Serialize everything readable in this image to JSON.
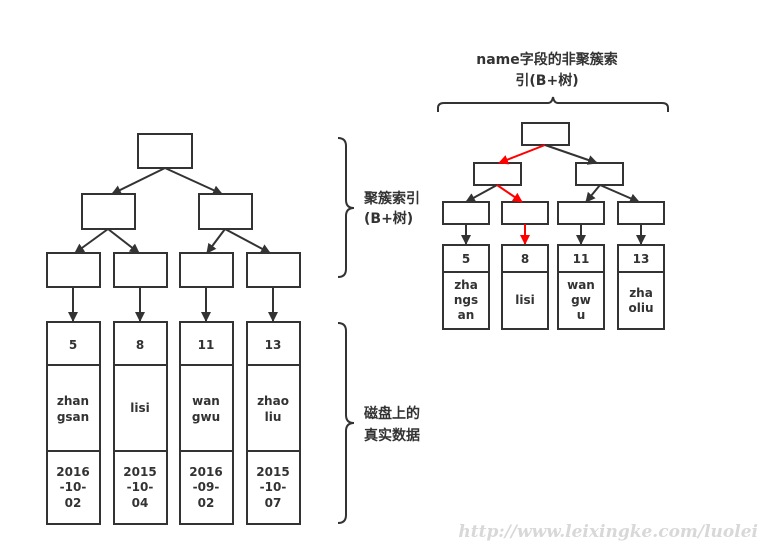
{
  "clustered": {
    "label_lines": [
      "聚簇索引",
      "(B+树)"
    ],
    "disk_label_lines": [
      "磁盘上的",
      "真实数据"
    ],
    "records": [
      {
        "id": "5",
        "name_lines": [
          "zhan",
          "gsan"
        ],
        "date_lines": [
          "2016",
          "-10-",
          "02"
        ]
      },
      {
        "id": "8",
        "name_lines": [
          "lisi"
        ],
        "date_lines": [
          "2015",
          "-10-",
          "04"
        ]
      },
      {
        "id": "11",
        "name_lines": [
          "wan",
          "gwu"
        ],
        "date_lines": [
          "2016",
          "-09-",
          "02"
        ]
      },
      {
        "id": "13",
        "name_lines": [
          "zhao",
          "liu"
        ],
        "date_lines": [
          "2015",
          "-10-",
          "07"
        ]
      }
    ]
  },
  "nonclustered": {
    "title_lines": [
      "name字段的非聚簇索",
      "引(B+树)"
    ],
    "highlight_color": "#ff0000",
    "records": [
      {
        "id": "5",
        "name_lines": [
          "zha",
          "ngs",
          "an"
        ]
      },
      {
        "id": "8",
        "name_lines": [
          "lisi"
        ]
      },
      {
        "id": "11",
        "name_lines": [
          "wan",
          "gw",
          "u"
        ]
      },
      {
        "id": "13",
        "name_lines": [
          "zha",
          "oliu"
        ]
      }
    ]
  },
  "watermark": "http://www.leixingke.com/luolei"
}
